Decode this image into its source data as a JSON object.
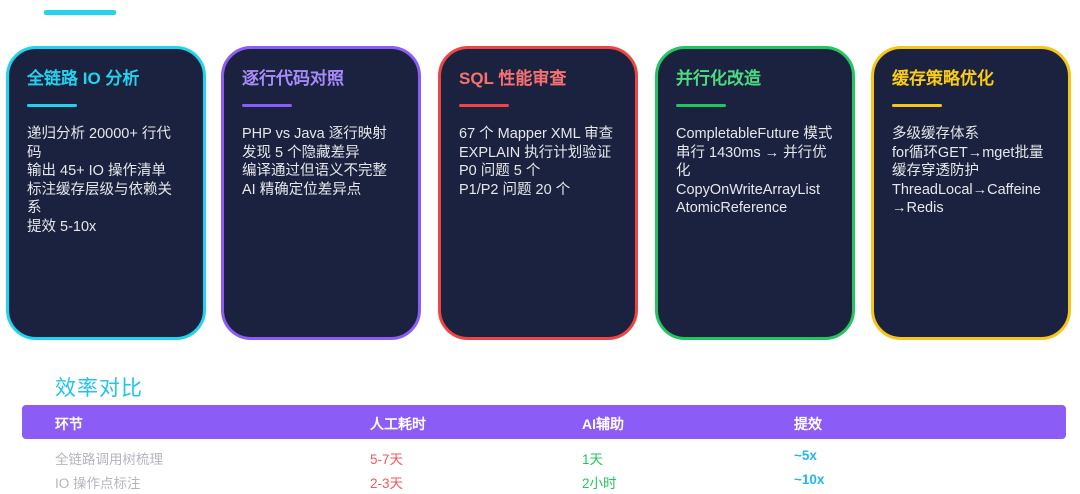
{
  "cards": [
    {
      "title": "全链路 IO 分析",
      "accent": "#22d3ee",
      "title_color": "#22d3ee",
      "lines": [
        "递归分析 20000+ 行代码",
        "输出 45+ IO 操作清单",
        "标注缓存层级与依赖关系",
        "提效 5-10x"
      ]
    },
    {
      "title": "逐行代码对照",
      "accent": "#8b5cf6",
      "title_color": "#a78bfa",
      "lines": [
        "PHP vs Java 逐行映射",
        "发现 5 个隐藏差异",
        "编译通过但语义不完整",
        "AI 精确定位差异点"
      ]
    },
    {
      "title": "SQL 性能审查",
      "accent": "#ef4444",
      "title_color": "#f87171",
      "lines": [
        "67 个 Mapper XML 审查",
        "EXPLAIN 执行计划验证",
        "P0 问题 5 个",
        "P1/P2 问题 20 个"
      ]
    },
    {
      "title": "并行化改造",
      "accent": "#22c55e",
      "title_color": "#4ade80",
      "lines": [
        "CompletableFuture 模式",
        "串行 1430ms → 并行优化",
        "CopyOnWriteArrayList",
        "AtomicReference"
      ]
    },
    {
      "title": "缓存策略优化",
      "accent": "#f5c518",
      "title_color": "#facc15",
      "lines": [
        "多级缓存体系",
        "for循环GET→mget批量",
        "缓存穿透防护",
        "ThreadLocal→Caffeine→Redis"
      ]
    }
  ],
  "efficiency": {
    "title": "效率对比",
    "headers": [
      "环节",
      "人工耗时",
      "AI辅助",
      "提效"
    ],
    "rows": [
      {
        "step": "全链路调用树梳理",
        "manual": "5-7天",
        "ai": "1天",
        "gain": "~5x"
      },
      {
        "step": "IO 操作点标注",
        "manual": "2-3天",
        "ai": "2小时",
        "gain": "~10x"
      }
    ]
  },
  "colors": {
    "card_bg": "#1b223f",
    "table_header_bg": "#8b5cf6",
    "manual": "#ef5a5a",
    "ai": "#22c55e",
    "gain": "#22b8ee",
    "section_title": "#22c3ee"
  }
}
